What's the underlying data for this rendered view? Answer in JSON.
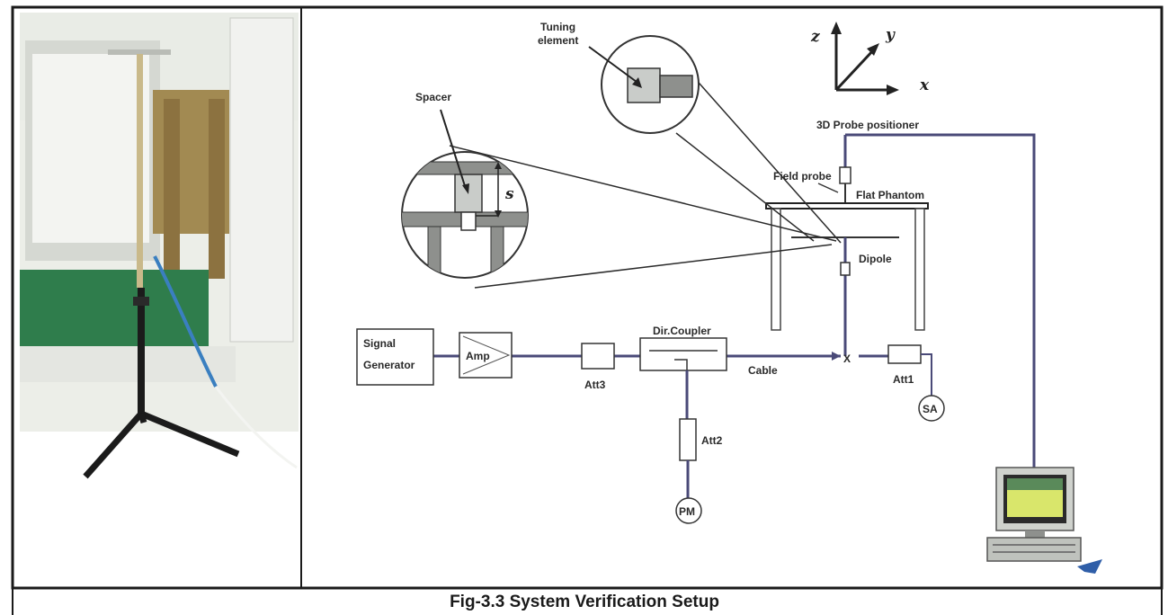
{
  "caption": "Fig-3.3 System Verification Setup",
  "labels": {
    "tuning_element": [
      "Tuning",
      "element"
    ],
    "spacer": "Spacer",
    "spacer_s": "s",
    "axis_z": "z",
    "axis_y": "y",
    "axis_x": "x",
    "probe_positioner": "3D Probe positioner",
    "field_probe": "Field probe",
    "flat_phantom": "Flat Phantom",
    "dipole": "Dipole",
    "signal_generator": [
      "Signal",
      "Generator"
    ],
    "amp": "Amp",
    "att3": "Att3",
    "dir_coupler": "Dir.Coupler",
    "cable": "Cable",
    "att1": "Att1",
    "att2": "Att2",
    "sa": "SA",
    "pm": "PM",
    "junction": "X"
  },
  "colors": {
    "frame": "#1a1a1a",
    "cable": "#4a4a78",
    "photo_floor": "#2f7d4c",
    "monitor_screen": "#d9e66b"
  }
}
